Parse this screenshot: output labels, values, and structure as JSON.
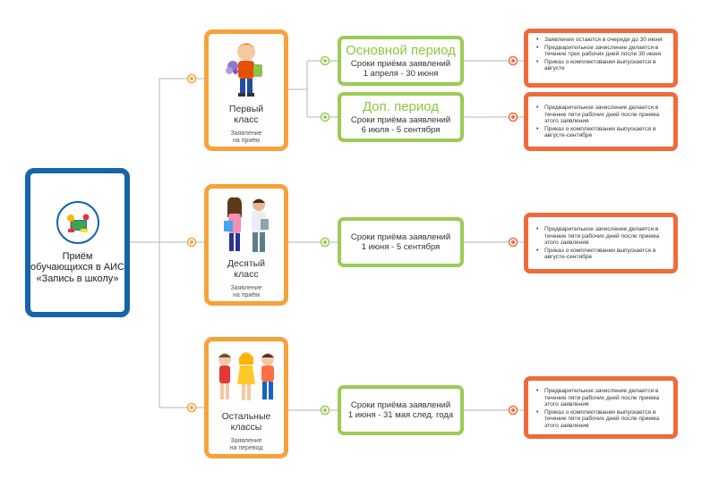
{
  "root": {
    "title": "Приём обучающихся в АИС «Запись в школу»"
  },
  "grades": [
    {
      "name_1": "Первый",
      "name_2": "класс",
      "sub_1": "Заявление",
      "sub_2": "на приём",
      "illustration": "boy-with-flowers"
    },
    {
      "name_1": "Десятый",
      "name_2": "класс",
      "sub_1": "Заявление",
      "sub_2": "на приём",
      "illustration": "two-students"
    },
    {
      "name_1": "Остальные",
      "name_2": "классы",
      "sub_1": "Заявление",
      "sub_2": "на перевод",
      "illustration": "three-kids"
    }
  ],
  "periods": [
    {
      "title": "Основной период",
      "line_1": "Сроки приёма заявлений",
      "line_2": "1 апреля - 30 июня"
    },
    {
      "title": "Доп. период",
      "line_1": "Сроки приёма заявлений",
      "line_2": "6 июля - 5 сентября"
    },
    {
      "title": "",
      "line_1": "Сроки приёма заявлений",
      "line_2": "1 июня - 5 сентября"
    },
    {
      "title": "",
      "line_1": "Сроки приёма заявлений",
      "line_2": "1 июня - 31 мая след. года"
    }
  ],
  "rules": [
    {
      "items": [
        "Заявления остаются в очереди до 30 июня",
        "Предварительное зачисление делается в течение трех рабочих дней после 30 июня",
        "Приказ о комплектовании выпускается в августе"
      ]
    },
    {
      "items": [
        "Предварительное зачисление делается в течение пяти рабочих дней после приема этого заявления",
        "Приказ о комплектовании выпускается в августе-сентябре"
      ]
    },
    {
      "items": [
        "Предварительное зачисление делается в течение пяти рабочих дней после приема этого заявления",
        "Приказ о комплектовании выпускается в августе-сентябре"
      ]
    },
    {
      "items": [
        "Предварительное зачисление делается в течение пяти рабочих дней после приема этого заявления",
        "Приказ о комплектовании выпускается в течение пяти рабочих дней после приема этого заявления"
      ]
    }
  ],
  "colors": {
    "root_border": "#1565a8",
    "grade_border": "#f7a23a",
    "period_border": "#9ccb55",
    "period_title": "#8cc63f",
    "rule_border": "#ef6b3a",
    "connector": "#aaaaaa"
  }
}
